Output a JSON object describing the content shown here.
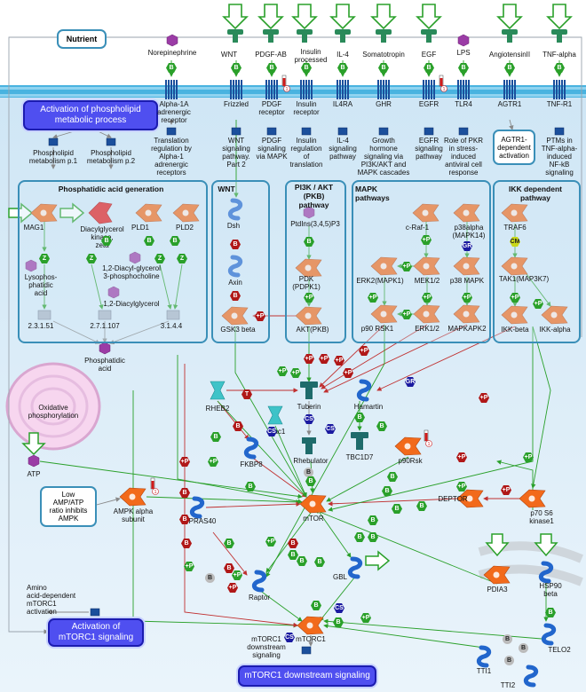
{
  "blue_boxes": {
    "activation_phospholipid": "Activation of phospholipid\nmetabolic process",
    "activation_mtorc1": "Activation of\nmTORC1 signaling",
    "mtorc1_downstream": "mTORC1 downstream signaling"
  },
  "white_boxes": {
    "nutrient": "Nutrient",
    "low_amp_atp": "Low\nAMP/ATP\nratio inhibits\nAMPK",
    "agtr1_activation": "AGTR1-\ndependent\nactivation"
  },
  "modules": {
    "phosphatidic": "Phosphatidic acid generation",
    "wnt": "WNT",
    "pi3k": "PI3K / AKT\n(PKB)\npathway",
    "mapk": "MAPK\npathways",
    "ikk": "IKK dependent\npathway"
  },
  "ligands": [
    "Norepinephrine",
    "WNT",
    "PDGF-AB",
    "Insulin\nprocessed",
    "IL-4",
    "Somatotropin",
    "EGF",
    "LPS",
    "AngiotensinII",
    "TNF-alpha"
  ],
  "receptors": [
    "Alpha-1A\nadrenergic\nreceptor",
    "Frizzled",
    "PDGF\nreceptor",
    "Insulin\nreceptor",
    "IL4RA",
    "GHR",
    "EGFR",
    "TLR4",
    "AGTR1",
    "TNF-R1"
  ],
  "processes": [
    "Translation\nregulation by\nAlpha-1\nadrenergic\nreceptors",
    "WNT\nsignaling\npathway.\nPart 2",
    "PDGF\nsignaling\nvia MAPK",
    "Insulin\nregulation\nof\ntranslation",
    "IL-4\nsignaling\npathway",
    "Growth\nhormone\nsignaling via\nPI3K/AKT and\nMAPK cascades",
    "EGFR\nsignaling\npathway",
    "Role of PKR\nin stress-\ninduced\nantiviral cell\nresponse",
    "PTMs in\nTNF-alpha-\ninduced\nNF-kB\nsignaling",
    "Phospholipid\nmetabolism p.1",
    "Phospholipid\nmetabolism p.2",
    "Amino\nacid-dependent\nmTORC1\nactivation",
    "mTORC1\ndownstream signaling"
  ],
  "nodes": {
    "mag1": "MAG1",
    "dgk": "Diacylglycerol\nkinase,\nzeta",
    "pld1": "PLD1",
    "pld2": "PLD2",
    "lysophosphatidic": "Lysophos-\nphatidic\nacid",
    "diacylglycerol_pc": "1,2-Diacyl-glycerol\n3-phosphocholine",
    "diacylglycerol": "1,2-Diacylglycerol",
    "ec_2_3_1_51": "2.3.1.51",
    "ec_2_7_1_107": "2.7.1.107",
    "ec_3_1_4_4": "3.1.4.4",
    "phosphatidic_acid": "Phosphatidic\nacid",
    "dsh": "Dsh",
    "axin": "Axin",
    "gsk3": "GSK3 beta",
    "pip3": "PtdIns(3,4,5)P3",
    "pdk": "PDK\n(PDPK1)",
    "akt": "AKT(PKB)",
    "craf": "c-Raf-1",
    "p38alpha": "p38alpha\n(MAPK14)",
    "mek12": "MEK1/2",
    "p38mapk": "p38 MAPK",
    "erk2": "ERK2(MAPK1)",
    "p90rsk1": "p90 RSK1",
    "erk12": "ERK1/2",
    "mapkapk2": "MAPKAPK2",
    "traf6": "TRAF6",
    "tak1": "TAK1(MAP3K7)",
    "ikkbeta": "IKK-beta",
    "ikkalpha": "IKK-alpha",
    "oxphos": "Oxidative\nphosphorylation",
    "atp": "ATP",
    "ampk": "AMPK alpha\nsubunit",
    "rheb2": "RHEB2",
    "rac1": "Rac1",
    "tuberin": "Tuberin",
    "hamartin": "Hamartin",
    "fkbp8": "FKBP8",
    "rhebulator": "Rhebulator",
    "tbc1d7": "TBC1D7",
    "p90rsk": "p90Rsk",
    "deptor": "DEPTOR",
    "p70s6": "p70 S6\nkinase1",
    "mtor": "mTOR",
    "pras40": "PRAS40",
    "gbl": "GBL",
    "raptor": "Raptor",
    "mtorc1": "mTORC1",
    "pdia3": "PDIA3",
    "hsp90": "HSP90\nbeta",
    "telo2": "TELO2",
    "tti1": "TTI1",
    "tti2": "TTI2"
  },
  "badge_text": {
    "b": "B",
    "p": "+P",
    "z": "Z",
    "t": "T",
    "cs": "CS",
    "gr": "GR",
    "cm": "CM",
    "one": "1"
  },
  "colors": {
    "membrane": "#49b3e0",
    "module_border": "#3a8fb8",
    "enzyme": "#f26a1b",
    "receptor": "#1b4f9c",
    "ligand_green": "#2a8a5a",
    "compound": "#9b3ca6",
    "protein_blue": "#2266cc",
    "activation": "#2aa02a",
    "inhibition": "#c03030"
  }
}
